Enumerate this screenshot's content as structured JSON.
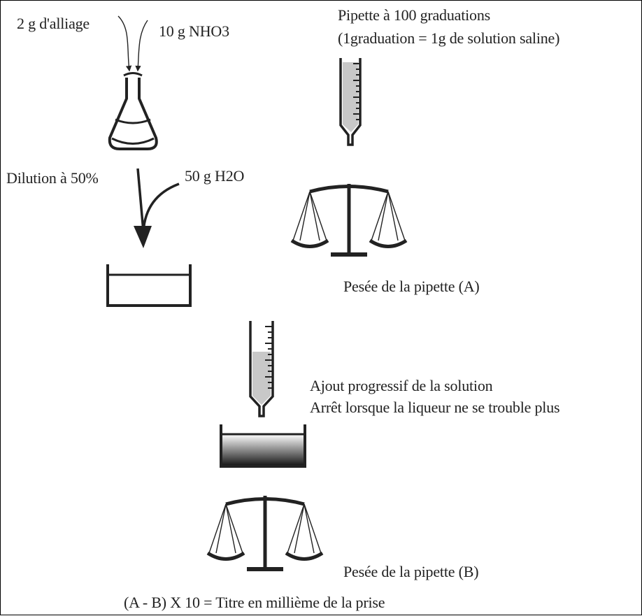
{
  "labels": {
    "alloy": "2 g d'alliage",
    "acid": "10 g NHO3",
    "pipette_title": "Pipette à 100 graduations",
    "pipette_note": "(1graduation = 1g de solution saline)",
    "dilution": "Dilution à 50%",
    "water": "50 g H2O",
    "weigh_a": "Pesée de la pipette (A)",
    "add_1": "Ajout progressif de la solution",
    "add_2": "Arrêt lorsque la liqueur ne se trouble plus",
    "weigh_b": "Pesée de la pipette (B)",
    "formula": "(A - B) X 10 = Titre en millième de la prise"
  },
  "colors": {
    "ink": "#222222",
    "liquid": "#c8c8c8"
  },
  "icons": [
    "erlenmeyer-flask-icon",
    "graduated-pipette-icon",
    "balance-scale-icon",
    "beaker-icon",
    "arrow-icon"
  ]
}
